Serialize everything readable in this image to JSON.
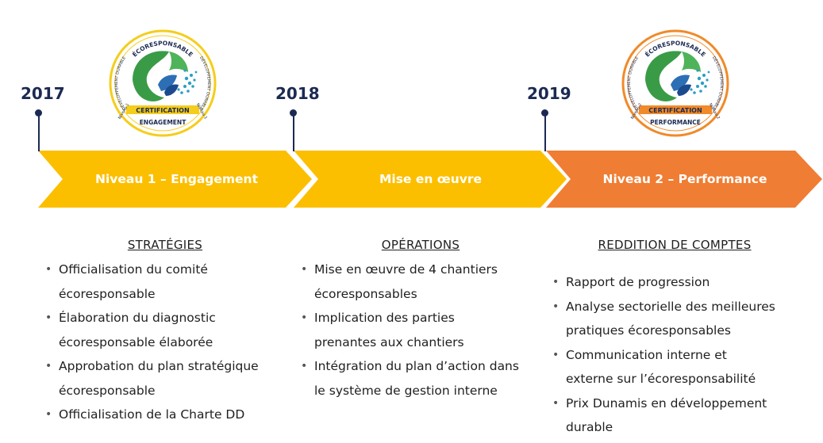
{
  "colors": {
    "navy": "#1b2a52",
    "yellow": "#fcbf00",
    "orange": "#ef7d33",
    "badge_green": "#3a9b47",
    "badge_ring_yellow": "#f5cd1c",
    "badge_ring_orange": "#f08a2a"
  },
  "timeline": {
    "years": [
      "2017",
      "2018",
      "2019"
    ],
    "stages": [
      {
        "label": "Niveau 1 – Engagement"
      },
      {
        "label": "Mise en œuvre"
      },
      {
        "label": "Niveau 2 – Performance"
      }
    ]
  },
  "badges": [
    {
      "icon": "ecoresponsable-engagement-seal",
      "top": "ÉCORESPONSABLE",
      "left": "DÉVELOPPEMENT DURABLE",
      "right": "DÉVELOPPEMENT DURABLE",
      "center": "CERTIFICATION",
      "bottom": "ENGAGEMENT",
      "level_left": "Niveau 1",
      "level_right": "Niveau 1"
    },
    {
      "icon": "ecoresponsable-performance-seal",
      "top": "ÉCORESPONSABLE",
      "left": "DÉVELOPPEMENT DURABLE",
      "right": "DÉVELOPPEMENT DURABLE",
      "center": "CERTIFICATION",
      "bottom": "PERFORMANCE",
      "level_left": "Niveau 2",
      "level_right": "Niveau 2"
    }
  ],
  "columns": [
    {
      "heading": "STRATÉGIES",
      "items": [
        "Officialisation du comité",
        "écoresponsable",
        "Élaboration du diagnostic",
        "écoresponsable élaborée",
        "Approbation du plan stratégique",
        "écoresponsable",
        "Officialisation de la Charte DD"
      ]
    },
    {
      "heading": "OPÉRATIONS",
      "items": [
        "Mise en œuvre de 4 chantiers",
        "écoresponsables",
        "Implication des parties",
        "prenantes aux chantiers",
        "Intégration du plan d’action dans",
        "le système de gestion interne"
      ]
    },
    {
      "heading": "REDDITION DE COMPTES",
      "items": [
        "Rapport de progression",
        "Analyse sectorielle des meilleures",
        "pratiques écoresponsables",
        "Communication interne et",
        "externe sur l’écoresponsabilité",
        "Prix Dunamis en développement",
        "durable"
      ]
    }
  ]
}
